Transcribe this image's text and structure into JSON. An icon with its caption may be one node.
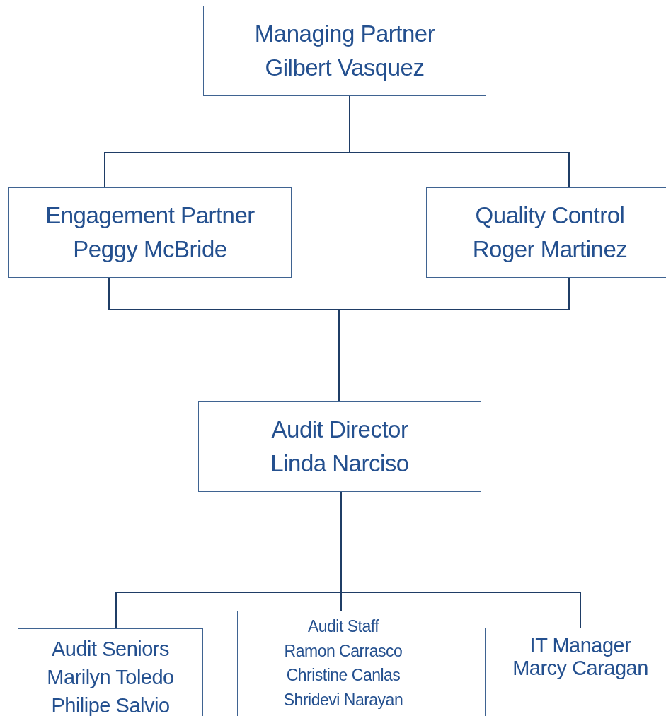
{
  "diagram": {
    "nodes": [
      {
        "text": [
          "Managing Partner",
          "Gilbert Vasquez"
        ]
      },
      {
        "text": [
          "Engagement Partner",
          "Peggy McBride"
        ]
      },
      {
        "text": [
          "Quality Control",
          "Roger Martinez"
        ]
      },
      {
        "text": [
          "Audit Director",
          "Linda Narciso"
        ]
      },
      {
        "text": [
          "Audit Seniors",
          "Marilyn Toledo",
          "Philipe Salvio"
        ]
      },
      {
        "text": [
          "Audit Staff",
          "Ramon Carrasco",
          "Christine Canlas",
          "Shridevi Narayan"
        ]
      },
      {
        "text": [
          "IT Manager",
          "Marcy Caragan"
        ]
      }
    ],
    "edges": [
      {
        "from": 0,
        "to": 1,
        "arrow": "none"
      },
      {
        "from": 0,
        "to": 2,
        "arrow": "none"
      },
      {
        "from": 1,
        "to": 3,
        "arrow": "none"
      },
      {
        "from": 2,
        "to": 3,
        "arrow": "none"
      },
      {
        "from": 3,
        "to": 4,
        "arrow": "none"
      },
      {
        "from": 3,
        "to": 5,
        "arrow": "none"
      },
      {
        "from": 3,
        "to": 6,
        "arrow": "none"
      }
    ]
  }
}
